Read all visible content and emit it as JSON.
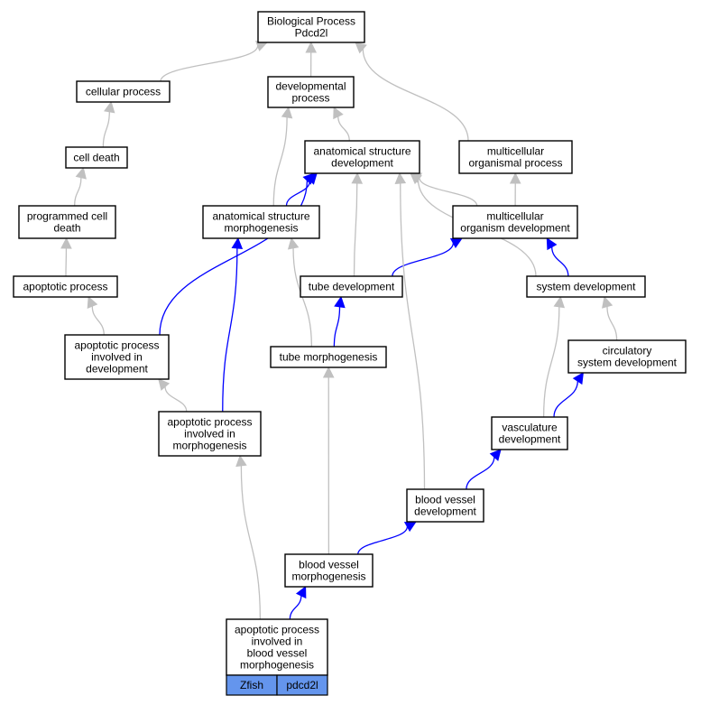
{
  "nodes": [
    {
      "id": "root",
      "lines": [
        "Biological Process",
        "Pdcd2l"
      ]
    },
    {
      "id": "cellular_process",
      "lines": [
        "cellular process"
      ]
    },
    {
      "id": "developmental_process",
      "lines": [
        "developmental",
        "process"
      ]
    },
    {
      "id": "cell_death",
      "lines": [
        "cell death"
      ]
    },
    {
      "id": "anatomical_structure_development",
      "lines": [
        "anatomical structure",
        "development"
      ]
    },
    {
      "id": "multicellular_organismal_process",
      "lines": [
        "multicellular",
        "organismal process"
      ]
    },
    {
      "id": "programmed_cell_death",
      "lines": [
        "programmed cell",
        "death"
      ]
    },
    {
      "id": "anatomical_structure_morphogenesis",
      "lines": [
        "anatomical structure",
        "morphogenesis"
      ]
    },
    {
      "id": "multicellular_organism_development",
      "lines": [
        "multicellular",
        "organism development"
      ]
    },
    {
      "id": "apoptotic_process",
      "lines": [
        "apoptotic process"
      ]
    },
    {
      "id": "tube_development",
      "lines": [
        "tube development"
      ]
    },
    {
      "id": "system_development",
      "lines": [
        "system development"
      ]
    },
    {
      "id": "apoptotic_process_in_development",
      "lines": [
        "apoptotic process",
        "involved in",
        "development"
      ]
    },
    {
      "id": "tube_morphogenesis",
      "lines": [
        "tube morphogenesis"
      ]
    },
    {
      "id": "circulatory_system_development",
      "lines": [
        "circulatory",
        "system development"
      ]
    },
    {
      "id": "apoptotic_process_in_morphogenesis",
      "lines": [
        "apoptotic process",
        "involved in",
        "morphogenesis"
      ]
    },
    {
      "id": "vasculature_development",
      "lines": [
        "vasculature",
        "development"
      ]
    },
    {
      "id": "blood_vessel_development",
      "lines": [
        "blood vessel",
        "development"
      ]
    },
    {
      "id": "blood_vessel_morphogenesis",
      "lines": [
        "blood vessel",
        "morphogenesis"
      ]
    },
    {
      "id": "target",
      "lines": [
        "apoptotic process",
        "involved in",
        "blood vessel",
        "morphogenesis"
      ]
    }
  ],
  "annotation": {
    "species": "Zfish",
    "gene": "pdcd2l"
  },
  "edges": [
    {
      "from": "cellular_process",
      "to": "root",
      "kind": "gray"
    },
    {
      "from": "developmental_process",
      "to": "root",
      "kind": "gray"
    },
    {
      "from": "multicellular_organismal_process",
      "to": "root",
      "kind": "gray"
    },
    {
      "from": "cell_death",
      "to": "cellular_process",
      "kind": "gray"
    },
    {
      "from": "programmed_cell_death",
      "to": "cell_death",
      "kind": "gray"
    },
    {
      "from": "apoptotic_process",
      "to": "programmed_cell_death",
      "kind": "gray"
    },
    {
      "from": "apoptotic_process_in_development",
      "to": "apoptotic_process",
      "kind": "gray"
    },
    {
      "from": "apoptotic_process_in_development",
      "to": "anatomical_structure_development",
      "kind": "blue"
    },
    {
      "from": "anatomical_structure_development",
      "to": "developmental_process",
      "kind": "gray"
    },
    {
      "from": "anatomical_structure_morphogenesis",
      "to": "developmental_process",
      "kind": "gray"
    },
    {
      "from": "anatomical_structure_morphogenesis",
      "to": "anatomical_structure_development",
      "kind": "blue"
    },
    {
      "from": "multicellular_organism_development",
      "to": "anatomical_structure_development",
      "kind": "gray"
    },
    {
      "from": "multicellular_organism_development",
      "to": "multicellular_organismal_process",
      "kind": "gray"
    },
    {
      "from": "tube_development",
      "to": "anatomical_structure_development",
      "kind": "gray"
    },
    {
      "from": "tube_development",
      "to": "multicellular_organism_development",
      "kind": "blue"
    },
    {
      "from": "system_development",
      "to": "multicellular_organism_development",
      "kind": "blue"
    },
    {
      "from": "system_development",
      "to": "anatomical_structure_development",
      "kind": "gray"
    },
    {
      "from": "tube_morphogenesis",
      "to": "anatomical_structure_morphogenesis",
      "kind": "gray"
    },
    {
      "from": "tube_morphogenesis",
      "to": "tube_development",
      "kind": "blue"
    },
    {
      "from": "circulatory_system_development",
      "to": "system_development",
      "kind": "gray"
    },
    {
      "from": "vasculature_development",
      "to": "system_development",
      "kind": "gray"
    },
    {
      "from": "vasculature_development",
      "to": "circulatory_system_development",
      "kind": "blue"
    },
    {
      "from": "apoptotic_process_in_morphogenesis",
      "to": "apoptotic_process_in_development",
      "kind": "gray"
    },
    {
      "from": "apoptotic_process_in_morphogenesis",
      "to": "anatomical_structure_morphogenesis",
      "kind": "blue"
    },
    {
      "from": "blood_vessel_development",
      "to": "anatomical_structure_development",
      "kind": "gray"
    },
    {
      "from": "blood_vessel_development",
      "to": "vasculature_development",
      "kind": "blue"
    },
    {
      "from": "blood_vessel_morphogenesis",
      "to": "tube_morphogenesis",
      "kind": "gray"
    },
    {
      "from": "blood_vessel_morphogenesis",
      "to": "blood_vessel_development",
      "kind": "blue"
    },
    {
      "from": "target",
      "to": "apoptotic_process_in_morphogenesis",
      "kind": "gray"
    },
    {
      "from": "target",
      "to": "blood_vessel_morphogenesis",
      "kind": "blue"
    }
  ],
  "colors": {
    "is_a": "#c0c0c0",
    "part_of": "#0000ff",
    "species_cell": "#6495ed"
  }
}
